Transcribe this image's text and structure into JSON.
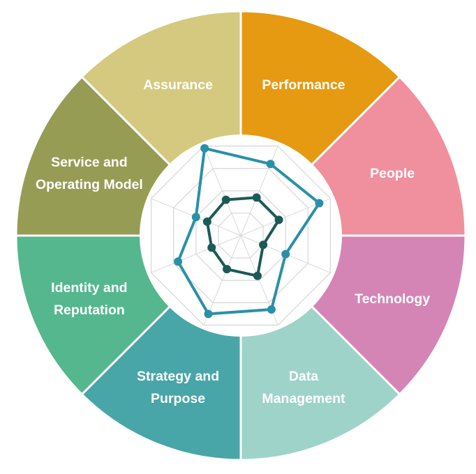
{
  "colors": {
    "background": "#ffffff",
    "segment_border": "#ffffff",
    "inner_circle": "#ffffff",
    "grid": "#d9d9d9",
    "series_outer": "#2a90a8",
    "series_inner": "#1a5a57",
    "label_text": "#ffffff"
  },
  "segments": [
    {
      "label_lines": [
        "Performance"
      ],
      "color": "#e69a11"
    },
    {
      "label_lines": [
        "People"
      ],
      "color": "#f0909e"
    },
    {
      "label_lines": [
        "Technology"
      ],
      "color": "#d485b6"
    },
    {
      "label_lines": [
        "Data",
        "Management"
      ],
      "color": "#9ed3ca"
    },
    {
      "label_lines": [
        "Strategy and",
        "Purpose"
      ],
      "color": "#48a6a8"
    },
    {
      "label_lines": [
        "Identity and",
        "Reputation"
      ],
      "color": "#55b78e"
    },
    {
      "label_lines": [
        "Service and",
        "Operating Model"
      ],
      "color": "#979c55"
    },
    {
      "label_lines": [
        "Assurance"
      ],
      "color": "#d4c97e"
    }
  ],
  "chart_data": {
    "type": "radar",
    "axes": [
      "Performance",
      "People",
      "Technology",
      "Data Management",
      "Strategy and Purpose",
      "Identity and Reputation",
      "Service and Operating Model",
      "Assurance"
    ],
    "scale_max": 4,
    "grid_levels": 4,
    "series": [
      {
        "values": [
          3.2,
          3.5,
          2.0,
          3.3,
          3.5,
          2.8,
          2.0,
          3.9
        ]
      },
      {
        "values": [
          1.7,
          1.7,
          1.0,
          1.8,
          1.5,
          1.3,
          1.5,
          1.6
        ]
      }
    ]
  }
}
